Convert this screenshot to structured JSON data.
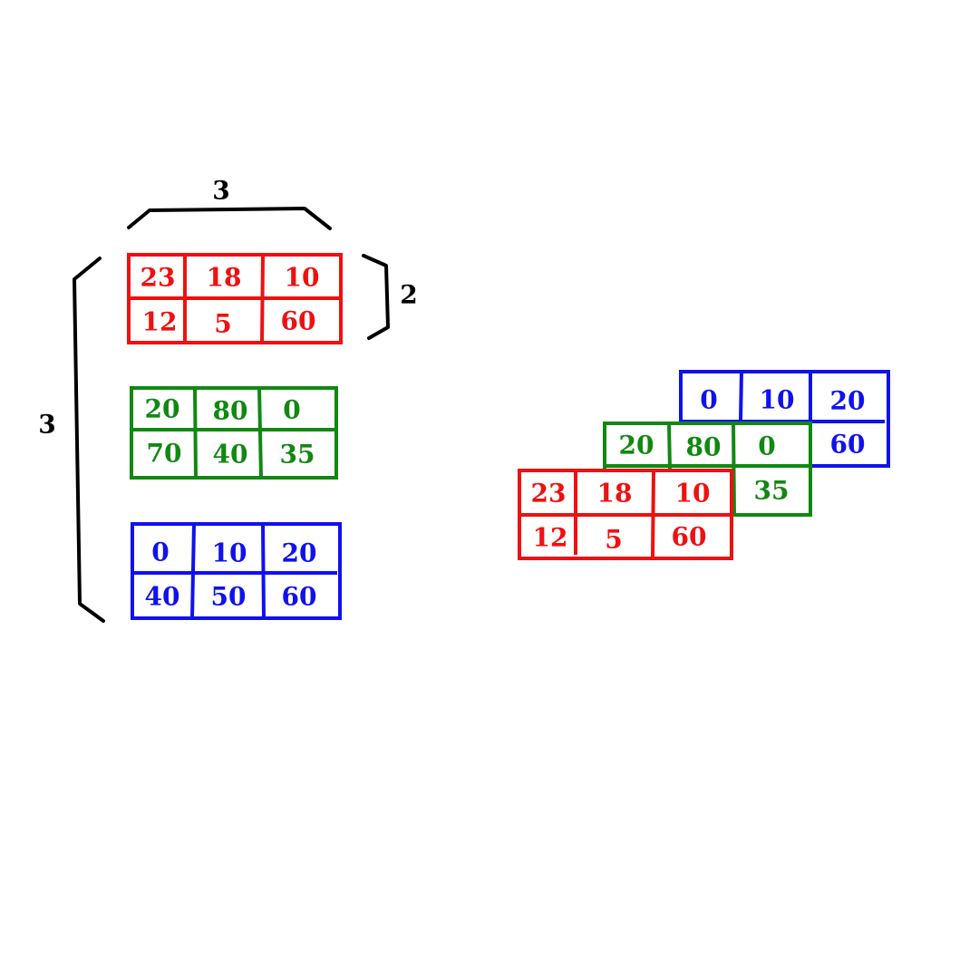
{
  "colors": {
    "red": "#ee1111",
    "green": "#118811",
    "blue": "#1111ee",
    "black": "#000000"
  },
  "dimensions": {
    "depth": "3",
    "rows": "2",
    "cols": "3"
  },
  "matrices": [
    {
      "color": "red",
      "cells": [
        [
          "23",
          "18",
          "10"
        ],
        [
          "12",
          "5",
          "60"
        ]
      ]
    },
    {
      "color": "green",
      "cells": [
        [
          "20",
          "80",
          "0"
        ],
        [
          "70",
          "40",
          "35"
        ]
      ]
    },
    {
      "color": "blue",
      "cells": [
        [
          "0",
          "10",
          "20"
        ],
        [
          "40",
          "50",
          "60"
        ]
      ]
    }
  ],
  "stack_visible": {
    "blue": {
      "cells": [
        [
          "0",
          "10",
          "20"
        ],
        [
          "",
          "",
          "60"
        ]
      ]
    },
    "green": {
      "cells": [
        [
          "20",
          "80",
          "0"
        ],
        [
          "",
          "",
          "35"
        ]
      ]
    },
    "red": {
      "cells": [
        [
          "23",
          "18",
          "10"
        ],
        [
          "12",
          "5",
          "60"
        ]
      ]
    }
  }
}
